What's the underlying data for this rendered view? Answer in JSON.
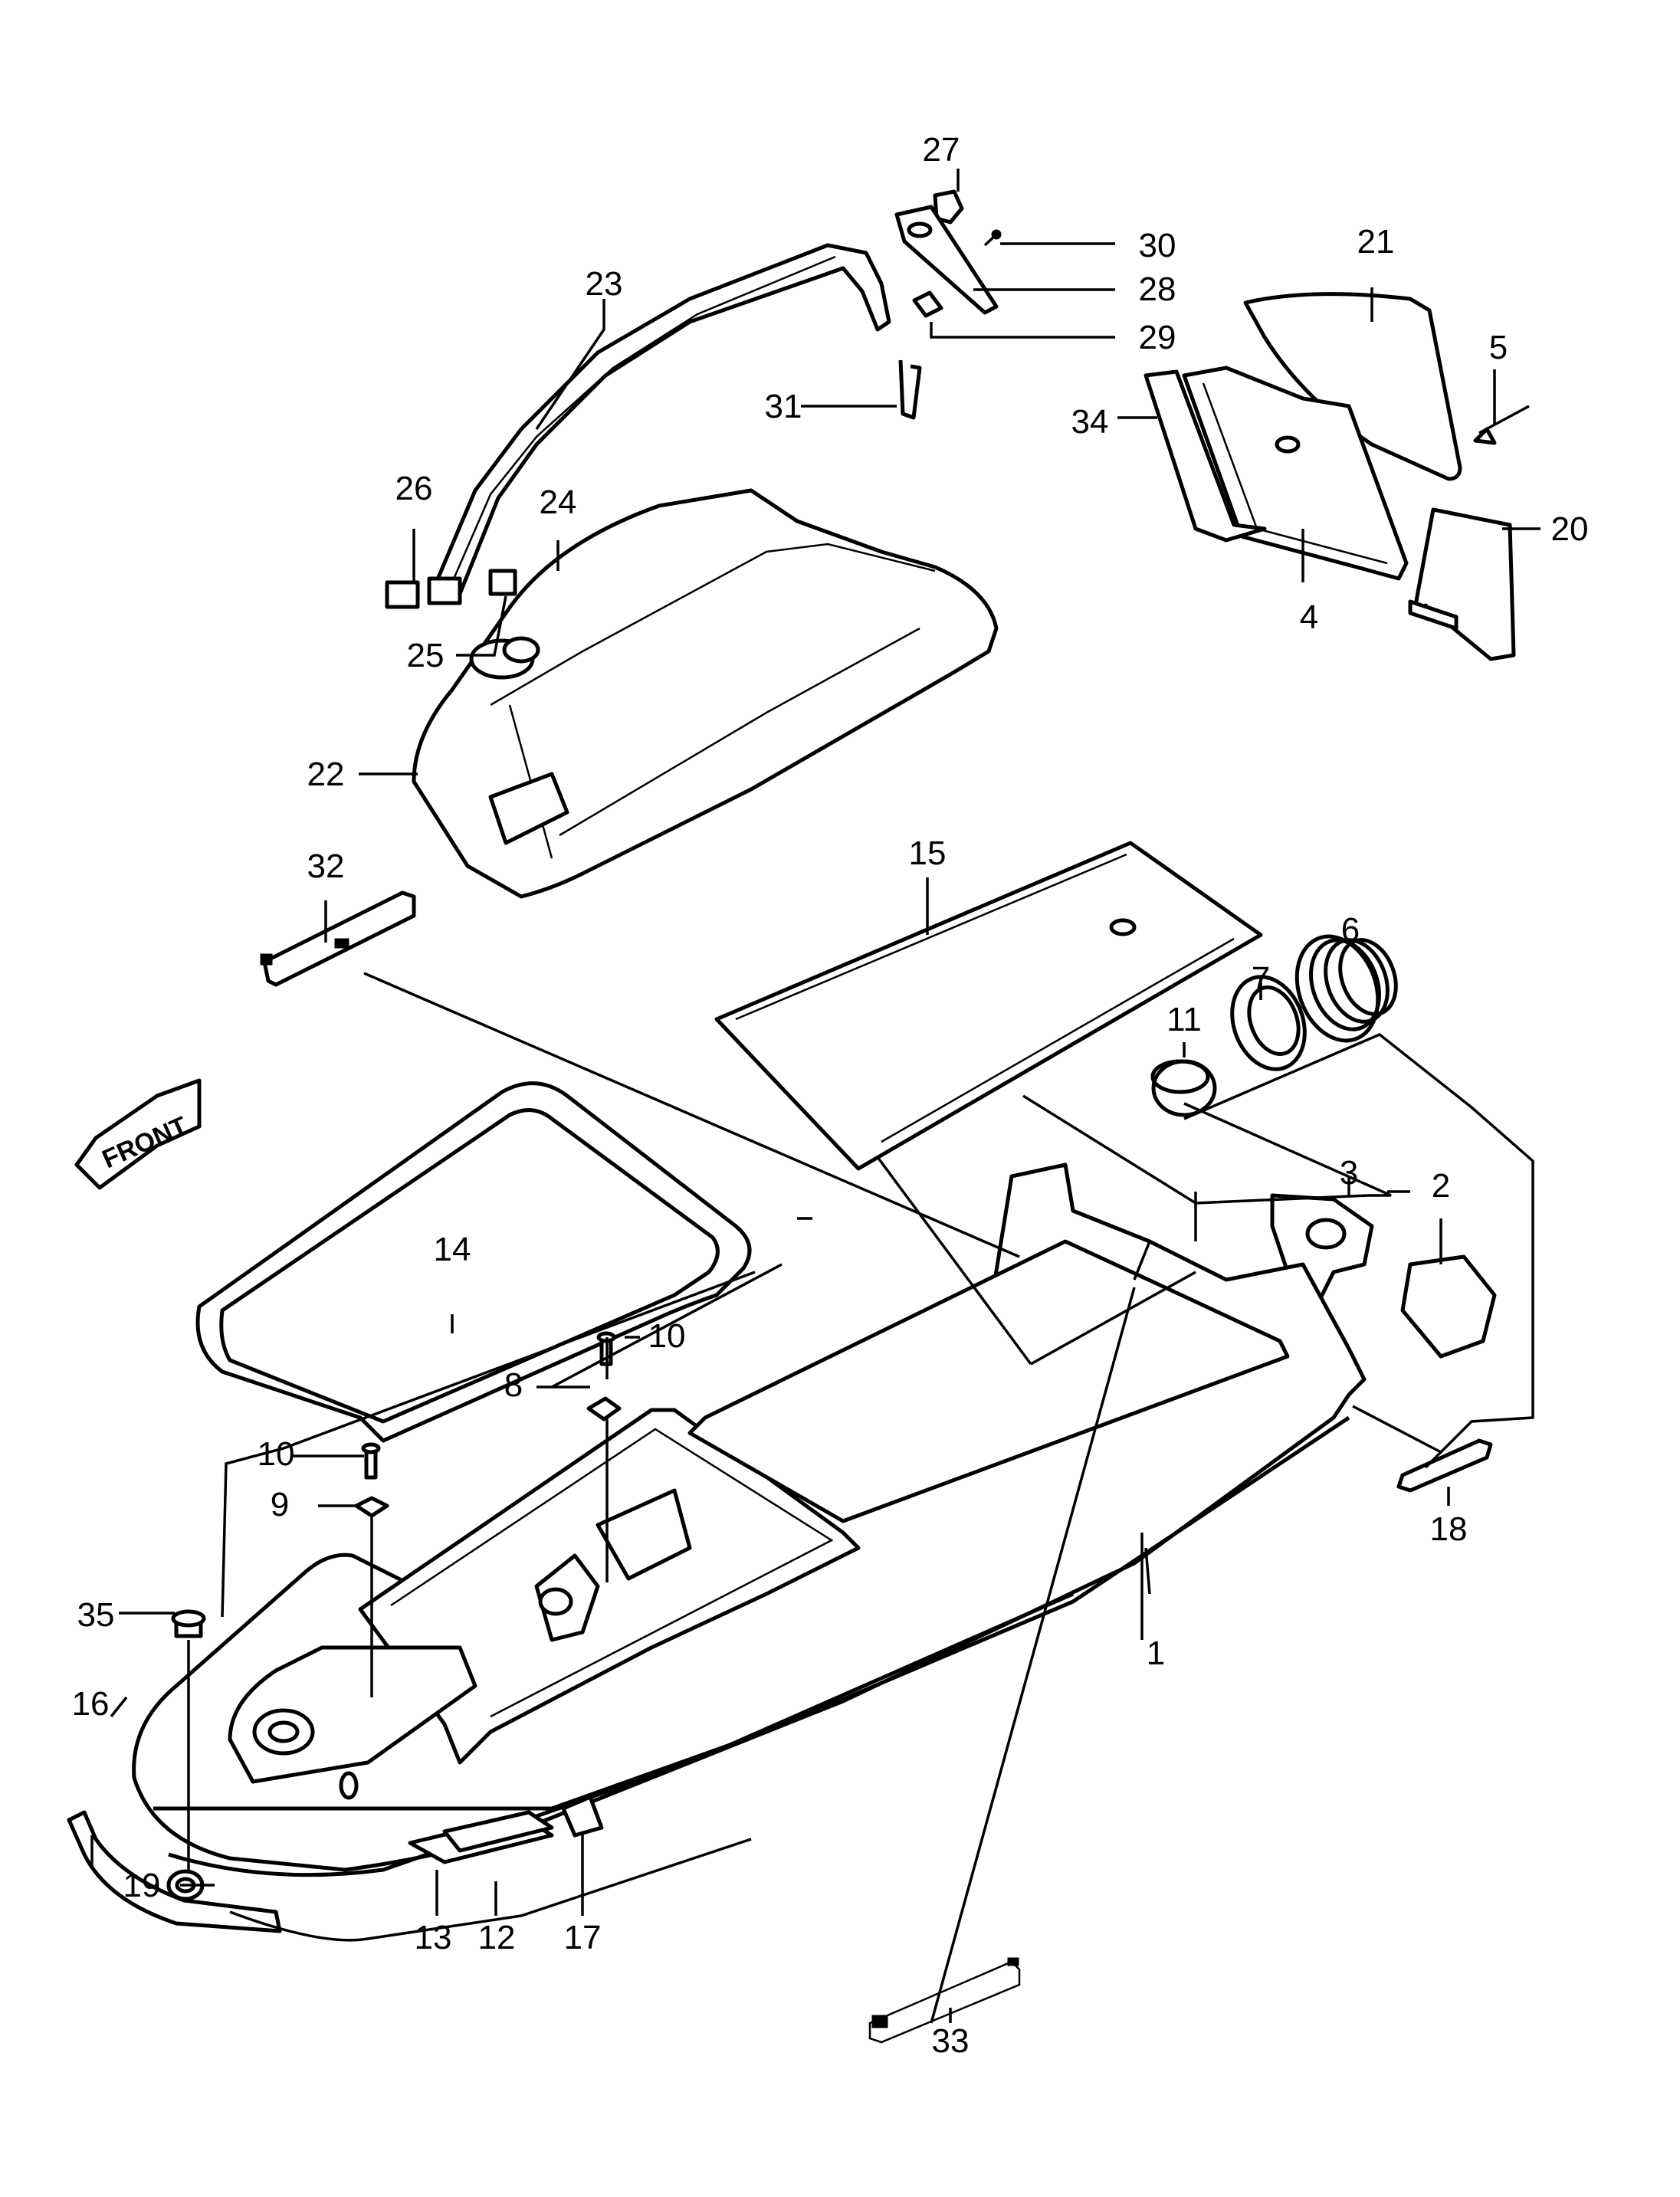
{
  "front_label": "FRONT",
  "callouts": [
    {
      "id": "c1",
      "label": "1"
    },
    {
      "id": "c2",
      "label": "2"
    },
    {
      "id": "c3",
      "label": "3"
    },
    {
      "id": "c4",
      "label": "4"
    },
    {
      "id": "c5",
      "label": "5"
    },
    {
      "id": "c6",
      "label": "6"
    },
    {
      "id": "c7",
      "label": "7"
    },
    {
      "id": "c8",
      "label": "8"
    },
    {
      "id": "c9",
      "label": "9"
    },
    {
      "id": "c10a",
      "label": "10"
    },
    {
      "id": "c10b",
      "label": "10"
    },
    {
      "id": "c11",
      "label": "11"
    },
    {
      "id": "c12",
      "label": "12"
    },
    {
      "id": "c13",
      "label": "13"
    },
    {
      "id": "c14",
      "label": "14"
    },
    {
      "id": "c15",
      "label": "15"
    },
    {
      "id": "c16",
      "label": "16"
    },
    {
      "id": "c17",
      "label": "17"
    },
    {
      "id": "c18",
      "label": "18"
    },
    {
      "id": "c19",
      "label": "19"
    },
    {
      "id": "c20",
      "label": "20"
    },
    {
      "id": "c21",
      "label": "21"
    },
    {
      "id": "c22",
      "label": "22"
    },
    {
      "id": "c23",
      "label": "23"
    },
    {
      "id": "c24",
      "label": "24"
    },
    {
      "id": "c25",
      "label": "25"
    },
    {
      "id": "c26",
      "label": "26"
    },
    {
      "id": "c27",
      "label": "27"
    },
    {
      "id": "c28",
      "label": "28"
    },
    {
      "id": "c29",
      "label": "29"
    },
    {
      "id": "c30",
      "label": "30"
    },
    {
      "id": "c31",
      "label": "31"
    },
    {
      "id": "c32",
      "label": "32"
    },
    {
      "id": "c33",
      "label": "33"
    },
    {
      "id": "c34",
      "label": "34"
    },
    {
      "id": "c35",
      "label": "35"
    }
  ]
}
